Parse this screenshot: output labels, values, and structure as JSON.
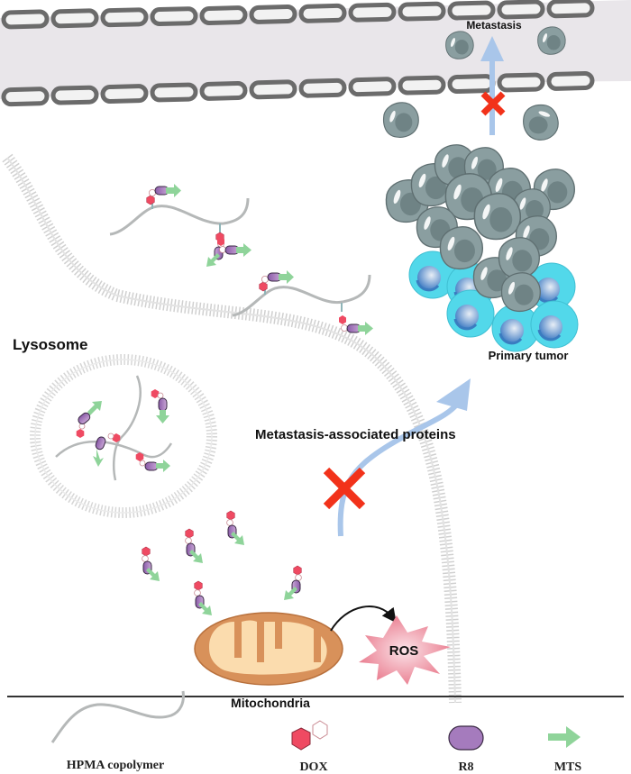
{
  "figure": {
    "labels": {
      "metastasis": "Metastasis",
      "primary_tumor": "Primary tumor",
      "lysosome": "Lysosome",
      "metastasis_proteins": "Metastasis-associated proteins",
      "mitochondria": "Mitochondria",
      "ros": "ROS"
    },
    "colors": {
      "vessel_fill": "#e9e6ea",
      "vessel_cell_stroke": "#6b6b6b",
      "tumor_cell": "#8a9ea0",
      "tumor_nucleus": "#6f8385",
      "stroma_cell": "#52d8ea",
      "stroma_nucleus": "#5a8fd0",
      "arrow_blue": "#a9c6ea",
      "block_red": "#f2321a",
      "membrane": "#cfcfcf",
      "polymer": "#b5b8b8",
      "dox": "#ef4a62",
      "r8": "#a57bbd",
      "mts": "#8fd49a",
      "mito_outer": "#d8915a",
      "mito_inner": "#fbdcae",
      "ros": "#ee8a9a"
    }
  },
  "legend": {
    "items": [
      {
        "icon": "hpma-copolymer-icon",
        "label": "HPMA copolymer"
      },
      {
        "icon": "dox-icon",
        "label": "DOX"
      },
      {
        "icon": "r8-icon",
        "label": "R8"
      },
      {
        "icon": "mts-icon",
        "label": "MTS"
      }
    ]
  }
}
